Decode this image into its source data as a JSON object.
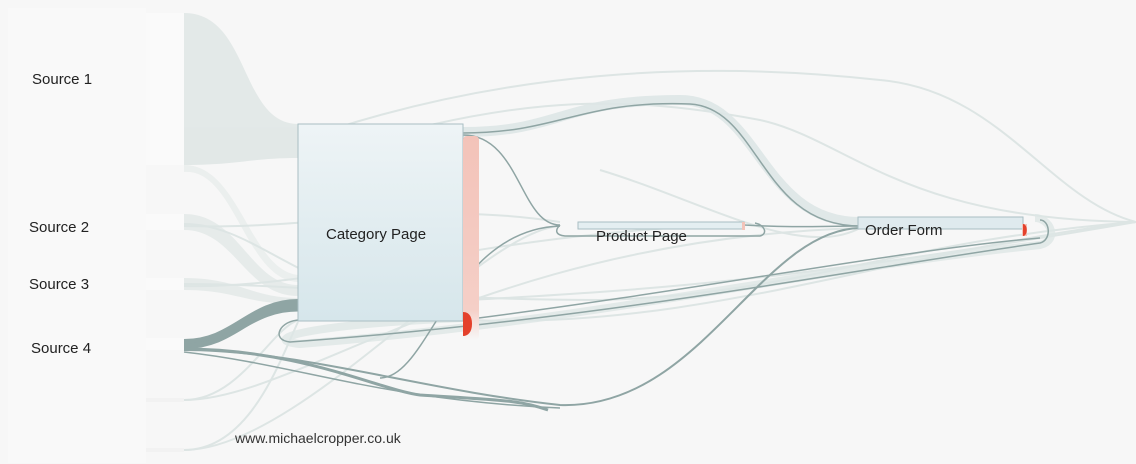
{
  "sources": [
    {
      "id": "source-1",
      "label": "Source 1"
    },
    {
      "id": "source-2",
      "label": "Source 2"
    },
    {
      "id": "source-3",
      "label": "Source 3"
    },
    {
      "id": "source-4",
      "label": "Source 4"
    }
  ],
  "nodes": {
    "category_page": {
      "label": "Category Page"
    },
    "product_page": {
      "label": "Product Page"
    },
    "order_form": {
      "label": "Order Form"
    }
  },
  "watermark": "www.michaelcropper.co.uk",
  "colors": {
    "background": "#f7f7f7",
    "flow_light": "#dfe6e5",
    "flow_dark": "#8fa5a4",
    "dropoff": "#f3c3b9",
    "dropoff_strong": "#e4412c",
    "node_fill": "#dfeaee",
    "node_border": "#a9bec3"
  }
}
